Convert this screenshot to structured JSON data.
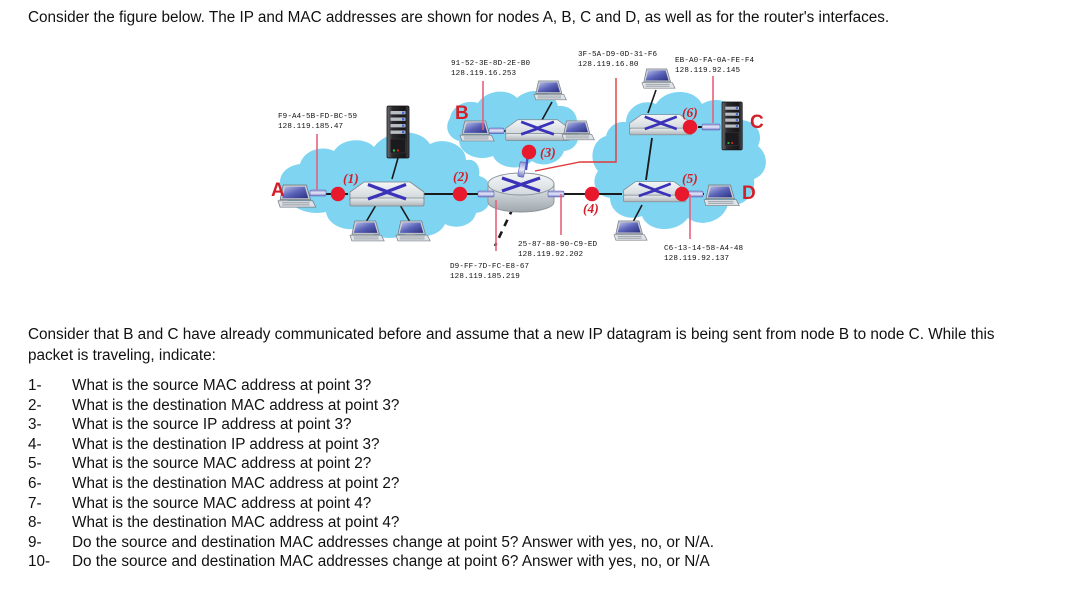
{
  "intro": {
    "text": "Consider the figure below. The IP and MAC addresses are shown for nodes A, B, C and D, as well as for the router's interfaces."
  },
  "figure": {
    "title": "network-topology-diagram",
    "colors": {
      "cloud": "#7FD4F2",
      "point_marker": "#E8192C",
      "point_label": "#D21F28",
      "node_letter": "#D21F28",
      "leader_line": "#E8607A",
      "callout_line": "#E03A3A",
      "link": "#1a1a1a",
      "switch_body": "#D9DDE0",
      "switch_x": "#3A32B8"
    },
    "nodes": [
      {
        "id": "A",
        "label": "A"
      },
      {
        "id": "B",
        "label": "B"
      },
      {
        "id": "C",
        "label": "C"
      },
      {
        "id": "D",
        "label": "D"
      }
    ],
    "points": [
      {
        "id": "p1",
        "label": "(1)"
      },
      {
        "id": "p2",
        "label": "(2)"
      },
      {
        "id": "p3",
        "label": "(3)"
      },
      {
        "id": "p4",
        "label": "(4)"
      },
      {
        "id": "p5",
        "label": "(5)"
      },
      {
        "id": "p6",
        "label": "(6)"
      }
    ],
    "annotations": [
      {
        "id": "node-a-address",
        "mac": "F9-A4-5B-FD-BC-59",
        "ip": "128.119.185.47"
      },
      {
        "id": "node-b-address",
        "mac": "91-52-3E-8D-2E-B0",
        "ip": "128.119.16.253"
      },
      {
        "id": "router-interface-b-address",
        "mac": "3F-5A-D9-0D-31-F6",
        "ip": "128.119.16.80"
      },
      {
        "id": "node-c-address",
        "mac": "EB-A0-FA-0A-FE-F4",
        "ip": "128.119.92.145"
      },
      {
        "id": "router-interface-a-address",
        "mac": "D9-FF-7D-FC-E8-67",
        "ip": "128.119.185.219"
      },
      {
        "id": "router-interface-cd-address",
        "mac": "25-87-88-90-C9-ED",
        "ip": "128.119.92.202"
      },
      {
        "id": "node-d-address",
        "mac": "C6-13-14-58-A4-48",
        "ip": "128.119.92.137"
      }
    ]
  },
  "body_para": {
    "text": "Consider that B and C have already communicated before and assume that a new IP datagram is being sent from node B to node C. While this packet is traveling, indicate:"
  },
  "questions": [
    {
      "num": "1-",
      "text": "What is the source MAC address at point 3?"
    },
    {
      "num": "2-",
      "text": "What is the destination MAC address at point 3?"
    },
    {
      "num": "3-",
      "text": "What is the source IP address at point 3?"
    },
    {
      "num": "4-",
      "text": "What is the destination IP address at point 3?"
    },
    {
      "num": "5-",
      "text": "What is the source MAC address at point 2?"
    },
    {
      "num": "6-",
      "text": "What is the destination MAC address at point 2?"
    },
    {
      "num": "7-",
      "text": "What is the source MAC address at point 4?"
    },
    {
      "num": "8-",
      "text": "What is the destination MAC address at point 4?"
    },
    {
      "num": "9-",
      "text": "Do the source and destination MAC addresses change at point 5? Answer with yes, no, or N/A."
    },
    {
      "num": "10-",
      "text": "Do the source and destination MAC addresses change at point 6? Answer with yes, no, or N/A"
    }
  ]
}
